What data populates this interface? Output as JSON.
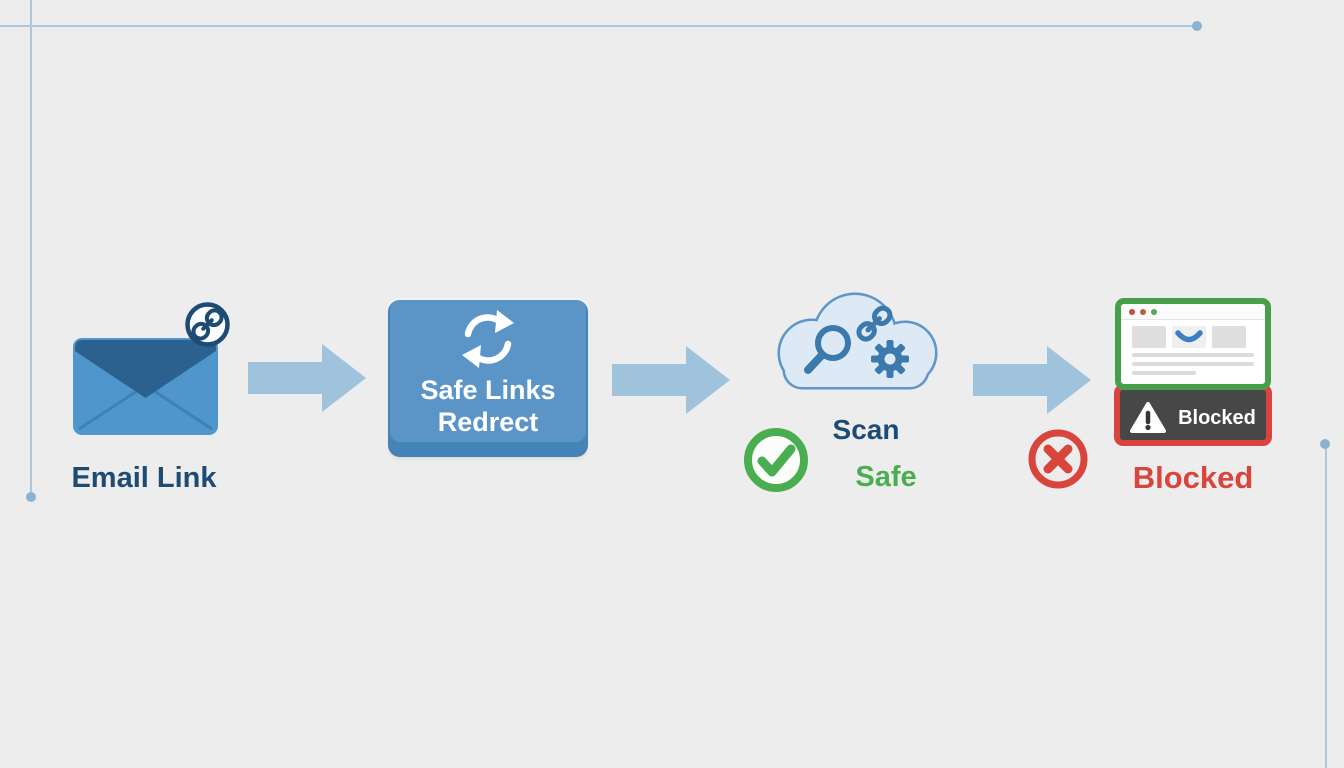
{
  "background": "#ededed",
  "decor": {
    "line_color": "#abc8de",
    "dot_color": "#8cb2cf"
  },
  "steps": [
    {
      "label": "Email Link"
    },
    {
      "line1": "Safe Links",
      "line2": "Redrect"
    },
    {
      "label": "Scan",
      "verdict": "Safe"
    },
    {
      "banner_label": "Blocked",
      "label": "Blocked"
    }
  ],
  "colors": {
    "navy_text": "#1d4b74",
    "box_blue": "#5b94c6",
    "box_blue_dark": "#4484b8",
    "arrow_blue": "#9fc3dd",
    "cloud_fill": "#ddeaf5",
    "cloud_stroke": "#5e96c8",
    "icon_blue": "#3c79ad",
    "safe_green": "#4aae50",
    "blocked_red": "#d9453d",
    "banner_gray": "#474747"
  }
}
